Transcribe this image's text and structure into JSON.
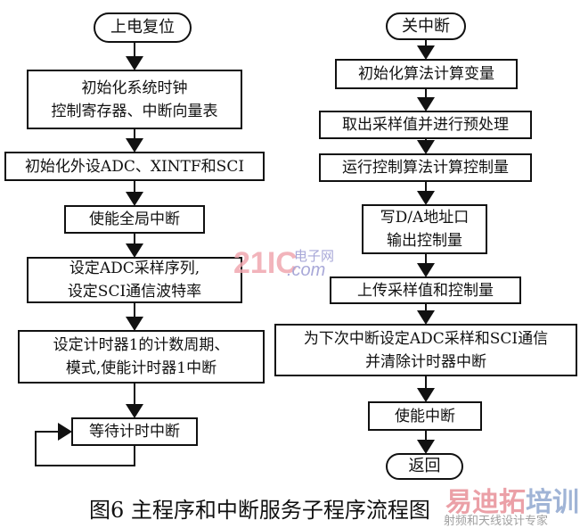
{
  "main_flow": {
    "start": "上电复位",
    "steps": [
      [
        "初始化系统时钟",
        "控制寄存器、中断向量表"
      ],
      [
        "初始化外设ADC、XINTF和SCI"
      ],
      [
        "使能全局中断"
      ],
      [
        "设定ADC采样序列,",
        "设定SCI通信波特率"
      ],
      [
        "设定计时器1的计数周期、",
        "模式,使能计时器1中断"
      ],
      [
        "等待计时中断"
      ]
    ]
  },
  "isr_flow": {
    "start": "关中断",
    "steps": [
      [
        "初始化算法计算变量"
      ],
      [
        "取出采样值并进行预处理"
      ],
      [
        "运行控制算法计算控制量"
      ],
      [
        "写D/A地址口",
        "输出控制量"
      ],
      [
        "上传采样值和控制量"
      ],
      [
        "为下次中断设定ADC采样和SCI通信",
        "并清除计时器中断"
      ],
      [
        "使能中断"
      ]
    ],
    "end": "返回"
  },
  "caption": "图6  主程序和中断服务子程序流程图",
  "watermarks": {
    "site1": "21IC",
    "site1_cn": "电子网",
    "site1_domain": ".com",
    "site2_a": "易迪拓",
    "site2_b": "培训",
    "site2_sub": "射频和天线设计专家"
  }
}
